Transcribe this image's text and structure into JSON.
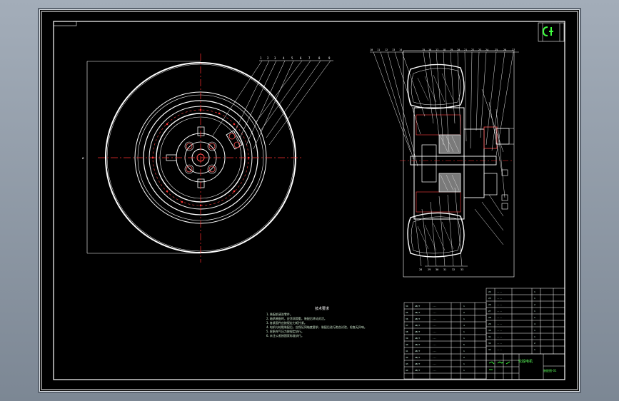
{
  "drawing": {
    "notes_title": "技术要求",
    "notes": [
      "1.装配前清洗零件。",
      "2.轴承装配时，应涂润滑脂，装配后转动灵活。",
      "3.各紧固件应按规定力矩拧紧。",
      "4.电机与轮毂装配后，应保证同轴度要求，装配后进行跑合试验，检查无异响。",
      "5.轮胎充气压力按规定执行。",
      "6.未注公差按国家标准执行。"
    ],
    "title_block": {
      "drawing_name": "轮毂电机",
      "drawing_number": "装配图-01"
    }
  }
}
